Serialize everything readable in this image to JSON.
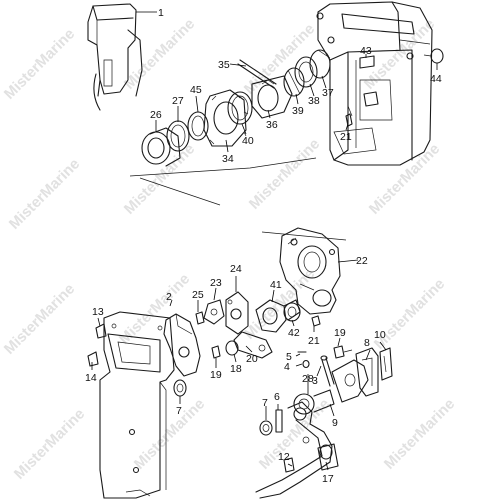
{
  "watermark": "MisterMarine",
  "callouts": [
    {
      "id": "1",
      "label": "1"
    },
    {
      "id": "2",
      "label": "2"
    },
    {
      "id": "3",
      "label": "3"
    },
    {
      "id": "4",
      "label": "4"
    },
    {
      "id": "5",
      "label": "5"
    },
    {
      "id": "6",
      "label": "6"
    },
    {
      "id": "7a",
      "label": "7"
    },
    {
      "id": "7b",
      "label": "7"
    },
    {
      "id": "8",
      "label": "8"
    },
    {
      "id": "9",
      "label": "9"
    },
    {
      "id": "10",
      "label": "10"
    },
    {
      "id": "12",
      "label": "12"
    },
    {
      "id": "13",
      "label": "13"
    },
    {
      "id": "14",
      "label": "14"
    },
    {
      "id": "17",
      "label": "17"
    },
    {
      "id": "18",
      "label": "18"
    },
    {
      "id": "19a",
      "label": "19"
    },
    {
      "id": "19b",
      "label": "19"
    },
    {
      "id": "20",
      "label": "20"
    },
    {
      "id": "21a",
      "label": "21"
    },
    {
      "id": "21b",
      "label": "21"
    },
    {
      "id": "22",
      "label": "22"
    },
    {
      "id": "23",
      "label": "23"
    },
    {
      "id": "24",
      "label": "24"
    },
    {
      "id": "25",
      "label": "25"
    },
    {
      "id": "26",
      "label": "26"
    },
    {
      "id": "27",
      "label": "27"
    },
    {
      "id": "28",
      "label": "28"
    },
    {
      "id": "34",
      "label": "34"
    },
    {
      "id": "35",
      "label": "35"
    },
    {
      "id": "36",
      "label": "36"
    },
    {
      "id": "37",
      "label": "37"
    },
    {
      "id": "38",
      "label": "38"
    },
    {
      "id": "39",
      "label": "39"
    },
    {
      "id": "40",
      "label": "40"
    },
    {
      "id": "41",
      "label": "41"
    },
    {
      "id": "42",
      "label": "42"
    },
    {
      "id": "43",
      "label": "43"
    },
    {
      "id": "44",
      "label": "44"
    },
    {
      "id": "45",
      "label": "45"
    }
  ]
}
